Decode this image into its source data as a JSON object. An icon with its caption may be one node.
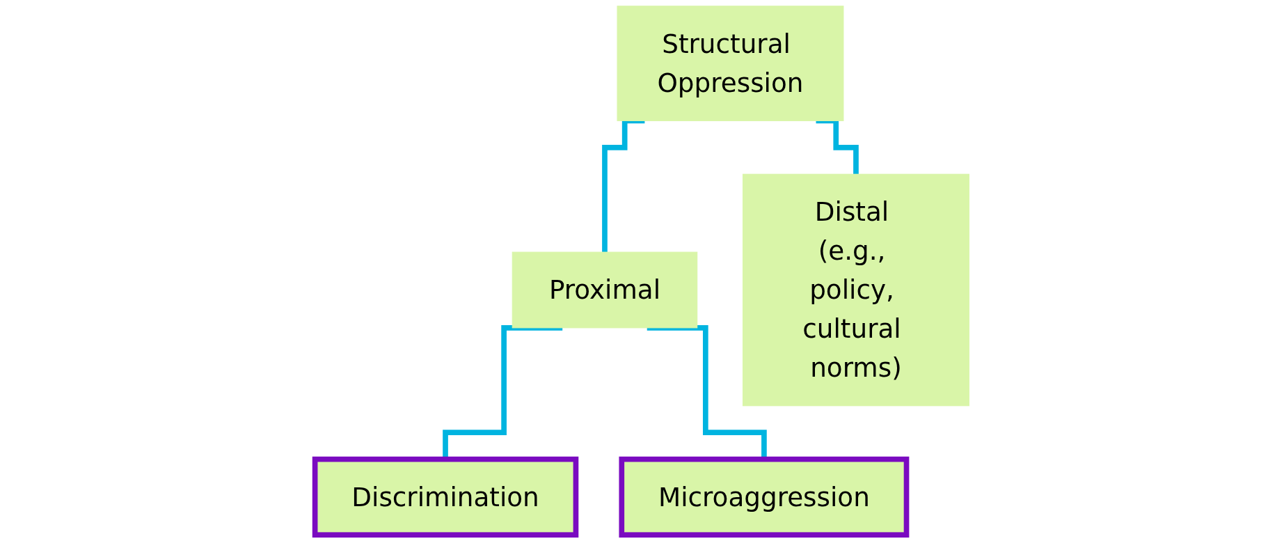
{
  "diagram": {
    "nodes": [
      {
        "text": [
          "Structural Oppression"
        ]
      },
      {
        "text": [
          "Proximal"
        ]
      },
      {
        "text": [
          "Distal (e.g., policy, cultural norms)"
        ]
      },
      {
        "text": [
          "Discrimination"
        ]
      },
      {
        "text": [
          "Microaggression"
        ]
      }
    ],
    "edges": [
      {
        "from": 0,
        "to": 1,
        "arrow": "none"
      },
      {
        "from": 0,
        "to": 2,
        "arrow": "none"
      },
      {
        "from": 1,
        "to": 3,
        "arrow": "none"
      },
      {
        "from": 1,
        "to": 4,
        "arrow": "none"
      }
    ]
  }
}
